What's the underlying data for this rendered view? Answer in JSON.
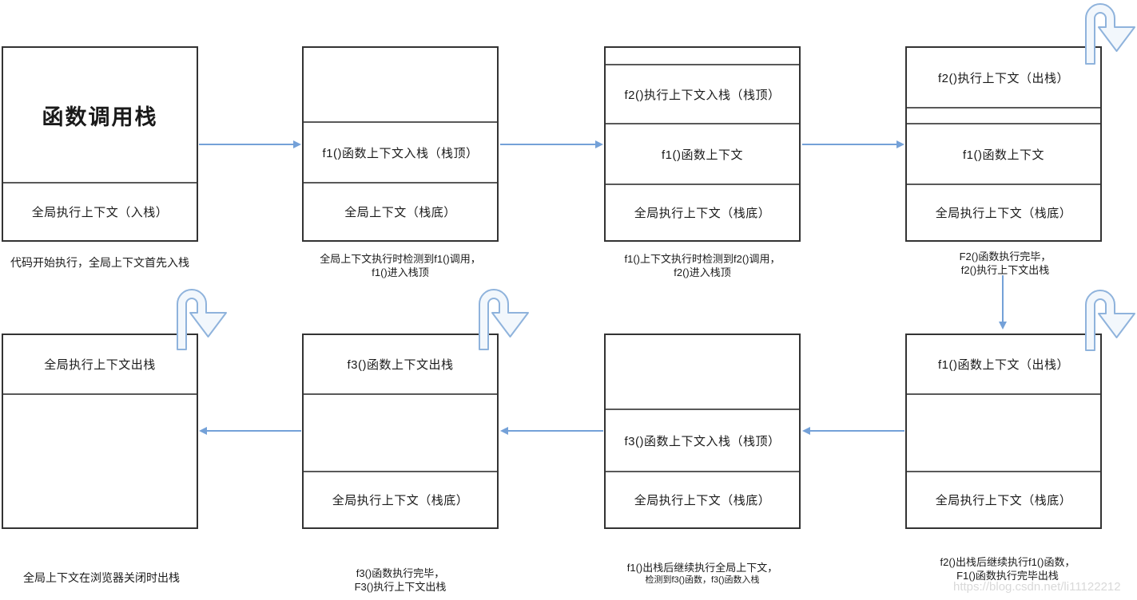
{
  "diagram_title": "函数调用栈",
  "colors": {
    "arrow_blue": "#74a1d8",
    "loop_arrow_stroke": "#8fb3dc",
    "box_border": "#333333",
    "inner_divider": "#595959",
    "text": "#1a1a1a",
    "watermark": "#d9d9d9"
  },
  "icons": {
    "loop_arrow": "u-turn-arrow-icon"
  },
  "boxes": [
    {
      "name": "stack-initial",
      "rows": [
        "函数调用栈",
        "全局执行上下文（入栈）"
      ]
    },
    {
      "name": "stack-f1-push",
      "rows": [
        "",
        "f1()函数上下文入栈（栈顶）",
        "全局上下文（栈底）"
      ]
    },
    {
      "name": "stack-f2-push",
      "rows": [
        "",
        "f2()执行上下文入栈（栈顶）",
        "f1()函数上下文",
        "全局执行上下文（栈底）"
      ]
    },
    {
      "name": "stack-f2-pop",
      "rows": [
        "f2()执行上下文（出栈）",
        "",
        "f1()函数上下文",
        "全局执行上下文（栈底）"
      ]
    },
    {
      "name": "stack-global-pop",
      "rows": [
        "全局执行上下文出栈",
        ""
      ]
    },
    {
      "name": "stack-f3-pop",
      "rows": [
        "f3()函数上下文出栈",
        "",
        "全局执行上下文（栈底）"
      ]
    },
    {
      "name": "stack-f3-push",
      "rows": [
        "",
        "f3()函数上下文入栈（栈顶）",
        "全局执行上下文（栈底）"
      ]
    },
    {
      "name": "stack-f1-pop",
      "rows": [
        "f1()函数上下文（出栈）",
        "",
        "全局执行上下文（栈底）"
      ]
    }
  ],
  "captions": [
    {
      "lines": [
        "代码开始执行，全局上下文首先入栈"
      ]
    },
    {
      "lines": [
        "全局上下文执行时检测到f1()调用，",
        "f1()进入栈顶"
      ]
    },
    {
      "lines": [
        "f1()上下文执行时检测到f2()调用，",
        "f2()进入栈顶"
      ]
    },
    {
      "lines": [
        "F2()函数执行完毕，",
        "f2()执行上下文出栈"
      ]
    },
    {
      "lines": [
        "全局上下文在浏览器关闭时出栈"
      ]
    },
    {
      "lines": [
        "f3()函数执行完毕，",
        "F3()执行上下文出栈"
      ]
    },
    {
      "lines": [
        "f1()出栈后继续执行全局上下文，",
        "检测到f3()函数，f3()函数入栈"
      ]
    },
    {
      "lines": [
        "f2()出栈后继续执行f1()函数，",
        "F1()函数执行完毕出栈"
      ]
    }
  ],
  "watermark": "https://blog.csdn.net/li11122212"
}
